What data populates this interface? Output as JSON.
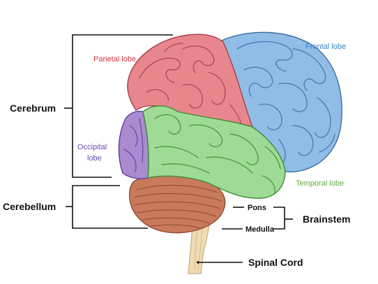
{
  "labels": {
    "parietal": "Parietal lobe",
    "frontal": "Frontal lobe",
    "occipital_line1": "Occipital",
    "occipital_line2": "lobe",
    "temporal": "Temporal lobe",
    "cerebrum": "Cerebrum",
    "cerebellum": "Cerebellum",
    "pons": "Pons",
    "medulla": "Medulla",
    "brainstem": "Brainstem",
    "spinal_cord": "Spinal Cord"
  },
  "colors": {
    "parietal": "#e8868e",
    "parietal_text": "#d9343b",
    "frontal": "#8fbde6",
    "frontal_text": "#3b82c4",
    "occipital": "#a98bd0",
    "occipital_text": "#6b4bb0",
    "temporal": "#9fdb96",
    "temporal_text": "#5cae3c",
    "cerebellum": "#c97a5c",
    "brainstem": "#f0dcb4"
  }
}
